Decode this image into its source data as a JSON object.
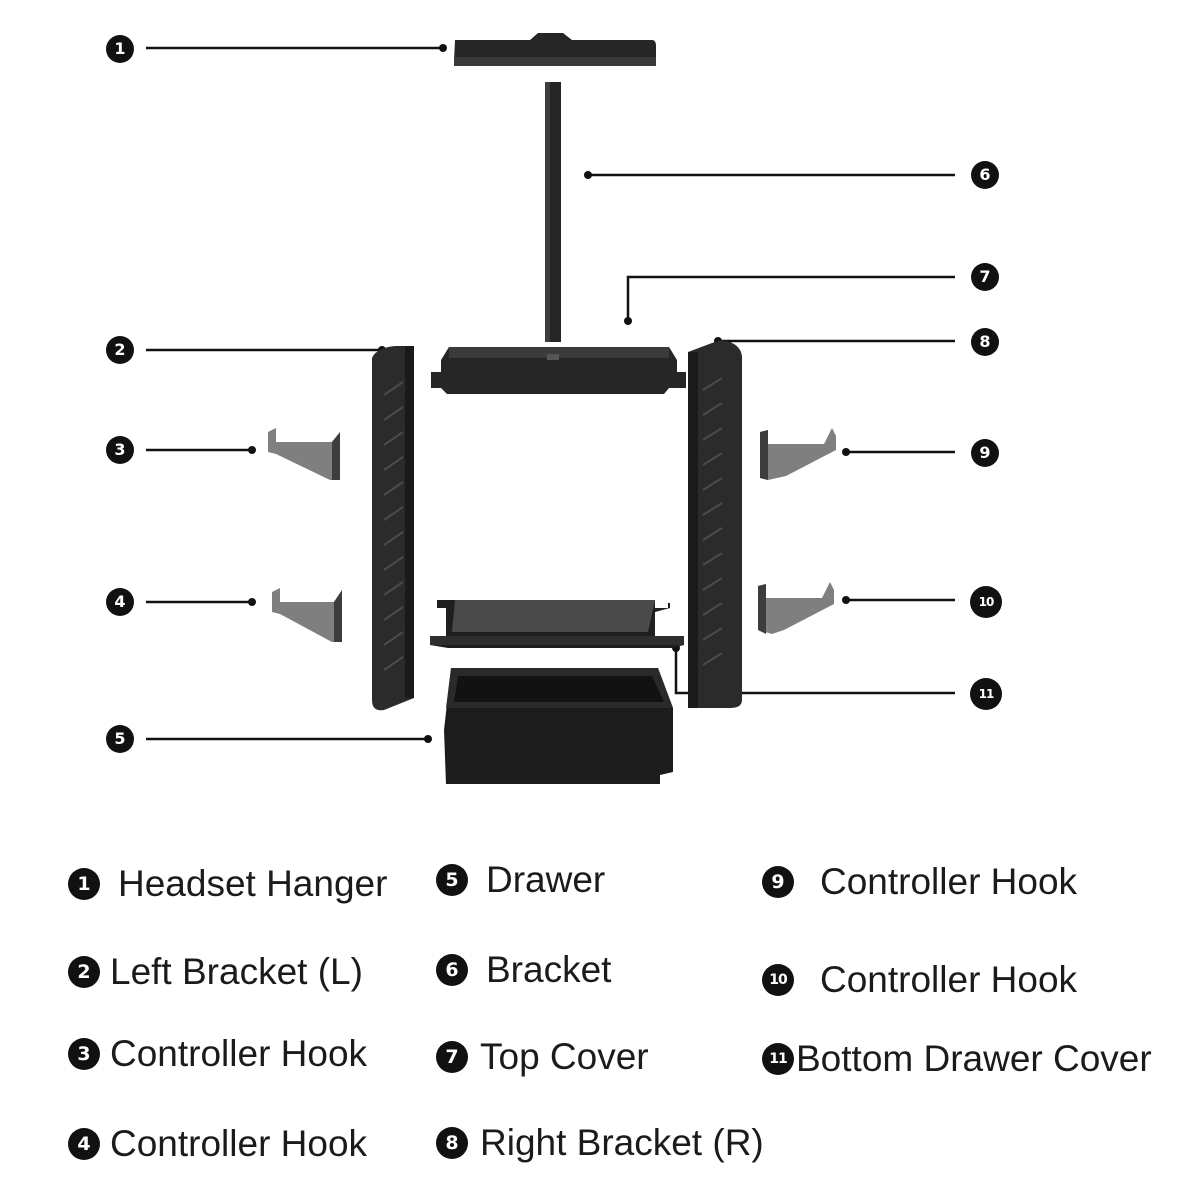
{
  "parts": [
    {
      "number": "1",
      "label": "Headset Hanger"
    },
    {
      "number": "2",
      "label": "Left Bracket (L)"
    },
    {
      "number": "3",
      "label": "Controller Hook"
    },
    {
      "number": "4",
      "label": "Controller Hook"
    },
    {
      "number": "5",
      "label": "Drawer"
    },
    {
      "number": "6",
      "label": "Bracket"
    },
    {
      "number": "7",
      "label": "Top Cover"
    },
    {
      "number": "8",
      "label": "Right Bracket (R)"
    },
    {
      "number": "9",
      "label": "Controller Hook"
    },
    {
      "number": "10",
      "label": "Controller Hook"
    },
    {
      "number": "11",
      "label": "Bottom Drawer Cover"
    }
  ],
  "colors": {
    "line": "#111111",
    "part_dark": "#262626",
    "part_mid": "#3a3a3a",
    "hook": "#8a8a8a"
  }
}
